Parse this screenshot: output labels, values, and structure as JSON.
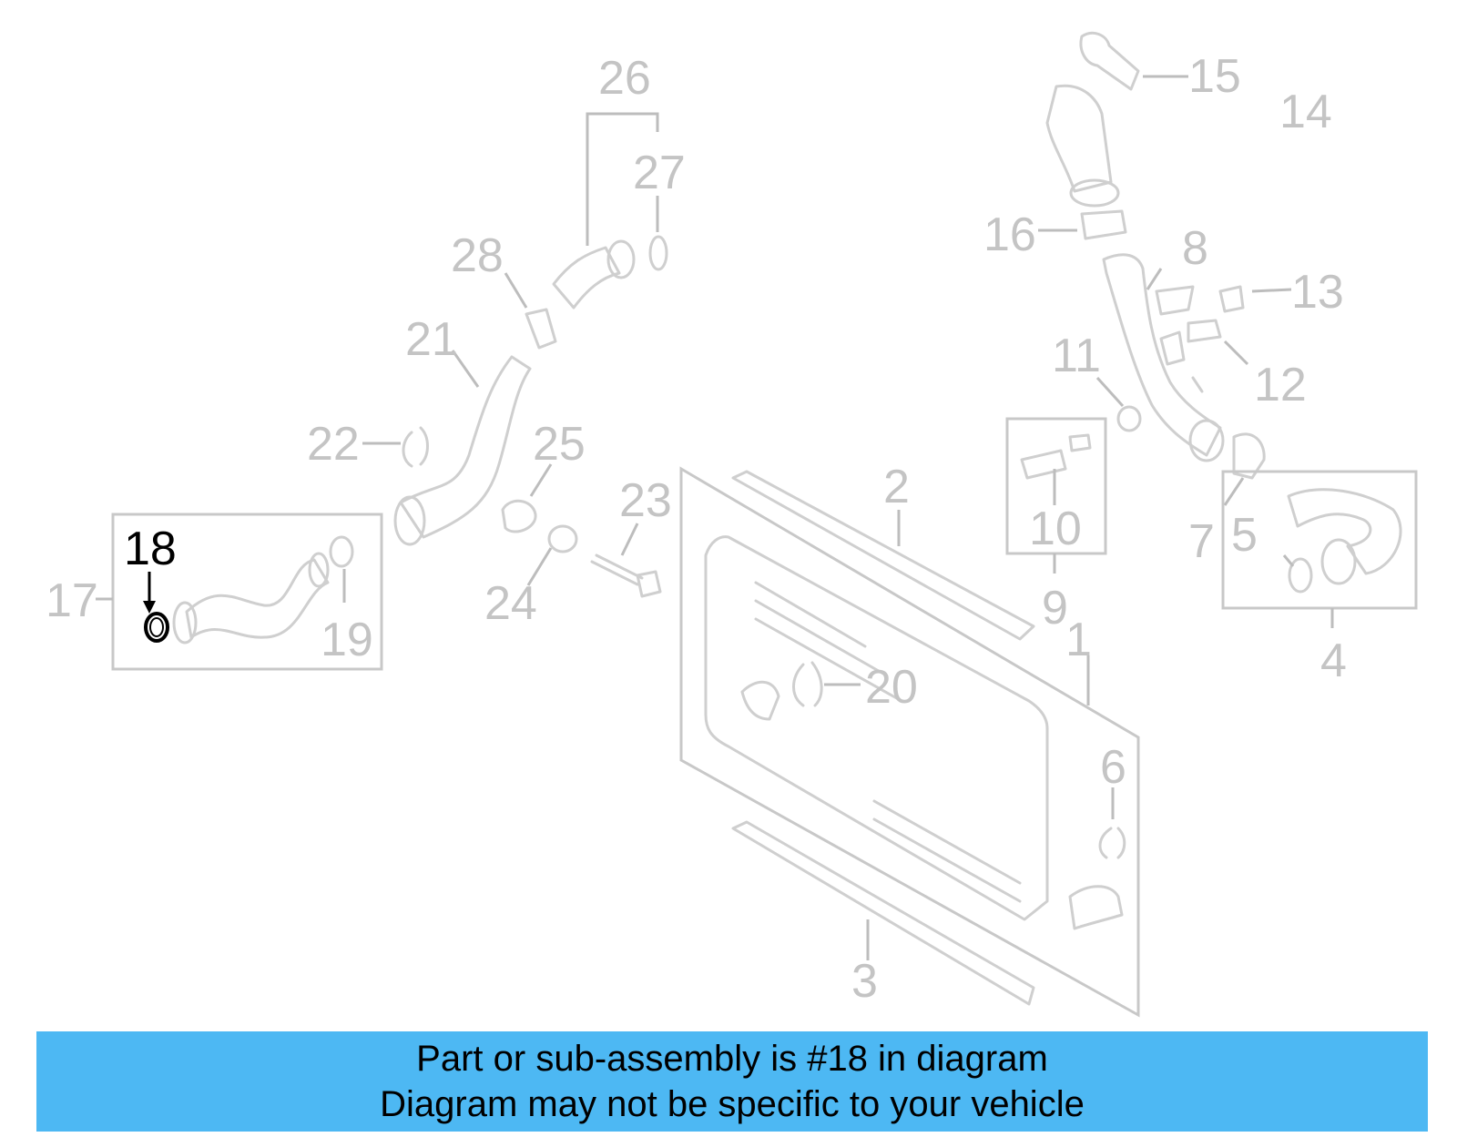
{
  "callouts": {
    "c1": "1",
    "c2": "2",
    "c3": "3",
    "c4": "4",
    "c5": "5",
    "c6": "6",
    "c7": "7",
    "c8": "8",
    "c9": "9",
    "c10": "10",
    "c11": "11",
    "c12": "12",
    "c13": "13",
    "c14": "14",
    "c15": "15",
    "c16": "16",
    "c17": "17",
    "c18": "18",
    "c19": "19",
    "c20": "20",
    "c21": "21",
    "c22": "22",
    "c23": "23",
    "c24": "24",
    "c25": "25",
    "c26": "26",
    "c27": "27",
    "c28": "28"
  },
  "highlighted_part": "18",
  "banner": {
    "line1": "Part or sub-assembly is #18 in diagram",
    "line2": "Diagram may not be specific to your vehicle"
  },
  "colors": {
    "banner_bg": "#4db8f3",
    "diagram_gray": "#c4c4c4",
    "highlight": "#000000"
  }
}
